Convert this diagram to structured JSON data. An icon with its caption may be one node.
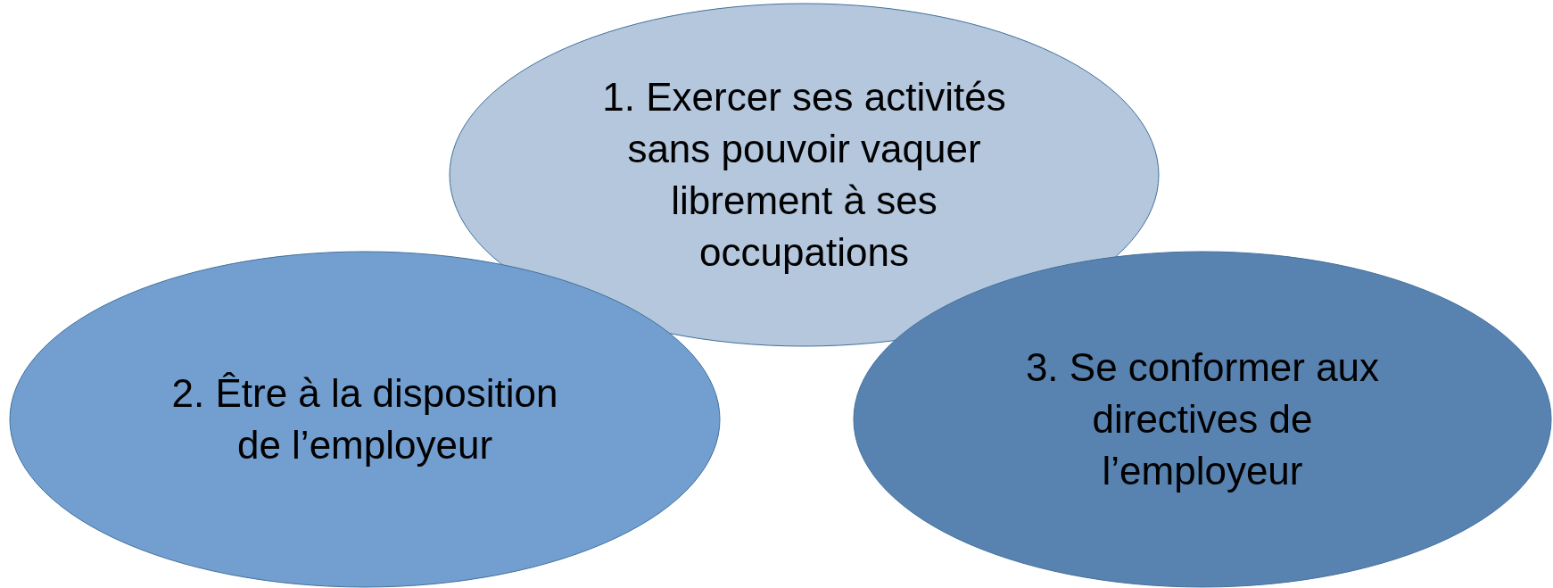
{
  "diagram": {
    "nodes": [
      {
        "text": [
          "1. Exercer ses activités sans pouvoir vaquer librement à ses occupations"
        ]
      },
      {
        "text": [
          "2. Être à la disposition de l’employeur"
        ]
      },
      {
        "text": [
          "3. Se conformer aux directives de l’employeur"
        ]
      }
    ]
  }
}
